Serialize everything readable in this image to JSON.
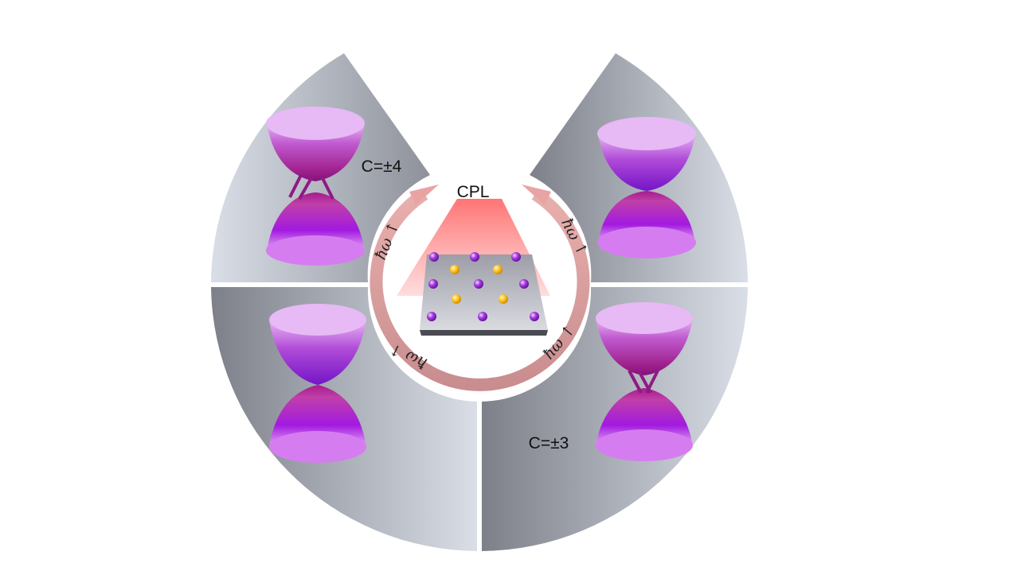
{
  "labels": {
    "chern_top": "C=±4",
    "chern_bottom": "C=±3",
    "cpl": "CPL",
    "photon": "ħω ↑"
  },
  "colors": {
    "sector_dark": "#7d8089",
    "sector_light": "#d9dee7",
    "ring": "#d08f8f",
    "cone_top": "#e6aef2",
    "cone_mid": "#a0238f",
    "cone_violet": "#8a12d6",
    "beam": "#ff7b7b",
    "atom_purple": "#9b2fd8",
    "atom_yellow": "#ffc21a"
  }
}
